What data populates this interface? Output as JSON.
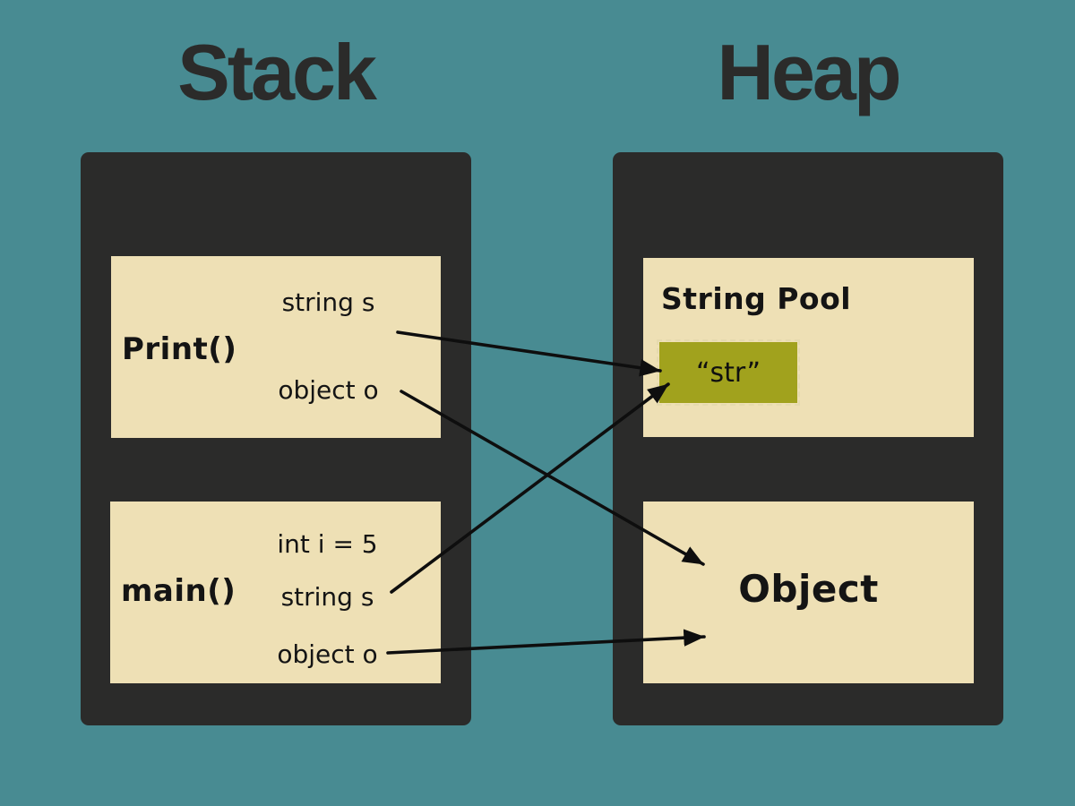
{
  "colors": {
    "background": "#488B92",
    "container": "#2B2B2A",
    "box": "#EEE0B5",
    "highlight": "#A1A21D",
    "text": "#141414",
    "arrow": "#0E0E0E"
  },
  "diagram": {
    "stack": {
      "title": "Stack",
      "frames": [
        {
          "name": "Print()",
          "vars": [
            "string s",
            "object o"
          ]
        },
        {
          "name": "main()",
          "vars": [
            "int i = 5",
            "string s",
            "object o"
          ]
        }
      ]
    },
    "heap": {
      "title": "Heap",
      "string_pool": {
        "label": "String Pool",
        "literal": "“str”"
      },
      "object": {
        "label": "Object"
      }
    },
    "references": [
      {
        "from": "Print() string s",
        "to": "String Pool “str”"
      },
      {
        "from": "Print() object o",
        "to": "Object"
      },
      {
        "from": "main() string s",
        "to": "String Pool “str”"
      },
      {
        "from": "main() object o",
        "to": "Object"
      }
    ]
  }
}
